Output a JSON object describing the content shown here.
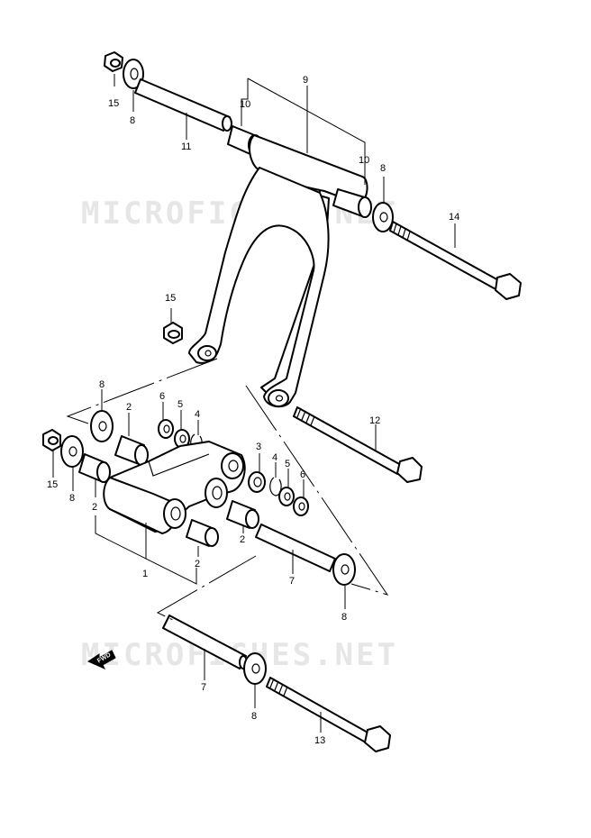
{
  "watermarks": [
    "MICROFICHES.NET",
    "MICROFICHES.NET"
  ],
  "fwd_label": "FWD",
  "callouts": {
    "c1": "1",
    "c2a": "2",
    "c2b": "2",
    "c2c": "2",
    "c2d": "2",
    "c3": "3",
    "c4a": "4",
    "c4b": "4",
    "c5a": "5",
    "c5b": "5",
    "c6a": "6",
    "c6b": "6",
    "c7a": "7",
    "c7b": "7",
    "c8a": "8",
    "c8b": "8",
    "c8c": "8",
    "c8d": "8",
    "c8e": "8",
    "c8f": "8",
    "c9": "9",
    "c10a": "10",
    "c10b": "10",
    "c11": "11",
    "c12": "12",
    "c13": "13",
    "c14": "14",
    "c15a": "15",
    "c15b": "15",
    "c15c": "15"
  },
  "colors": {
    "line": "#000000",
    "watermark": "#e6e6e6",
    "background": "#ffffff"
  }
}
